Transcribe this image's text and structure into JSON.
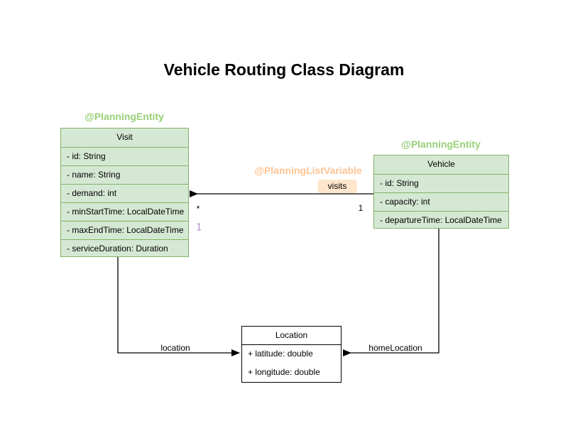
{
  "diagram": {
    "title": "Vehicle Routing Class Diagram"
  },
  "classes": {
    "visit": {
      "annotation": "@PlanningEntity",
      "name": "Visit",
      "fields": [
        "- id: String",
        "- name: String",
        "- demand: int",
        "- minStartTime: LocalDateTime",
        "- maxEndTime: LocalDateTime",
        "- serviceDuration: Duration"
      ]
    },
    "vehicle": {
      "annotation": "@PlanningEntity",
      "name": "Vehicle",
      "fields": [
        "- id: String",
        "- capacity: int",
        "- departureTime: LocalDateTime"
      ]
    },
    "location": {
      "name": "Location",
      "fields": [
        "+ latitude: double",
        "+ longitude: double"
      ]
    }
  },
  "edges": {
    "visits": {
      "annotation": "@PlanningListVariable",
      "label": "visits",
      "target_multiplicity": "*",
      "source_multiplicity": "1",
      "index_label": "1"
    },
    "location": {
      "label": "location"
    },
    "home_location": {
      "label": "homeLocation"
    }
  },
  "colors": {
    "entity_fill": "#d5e8d4",
    "entity_stroke": "#82b366",
    "annotation_green": "#97d077",
    "annotation_orange": "#ffc392",
    "badge_fill": "#ffe6cc",
    "index_purple": "#b08bce",
    "edge_black": "#000000"
  }
}
